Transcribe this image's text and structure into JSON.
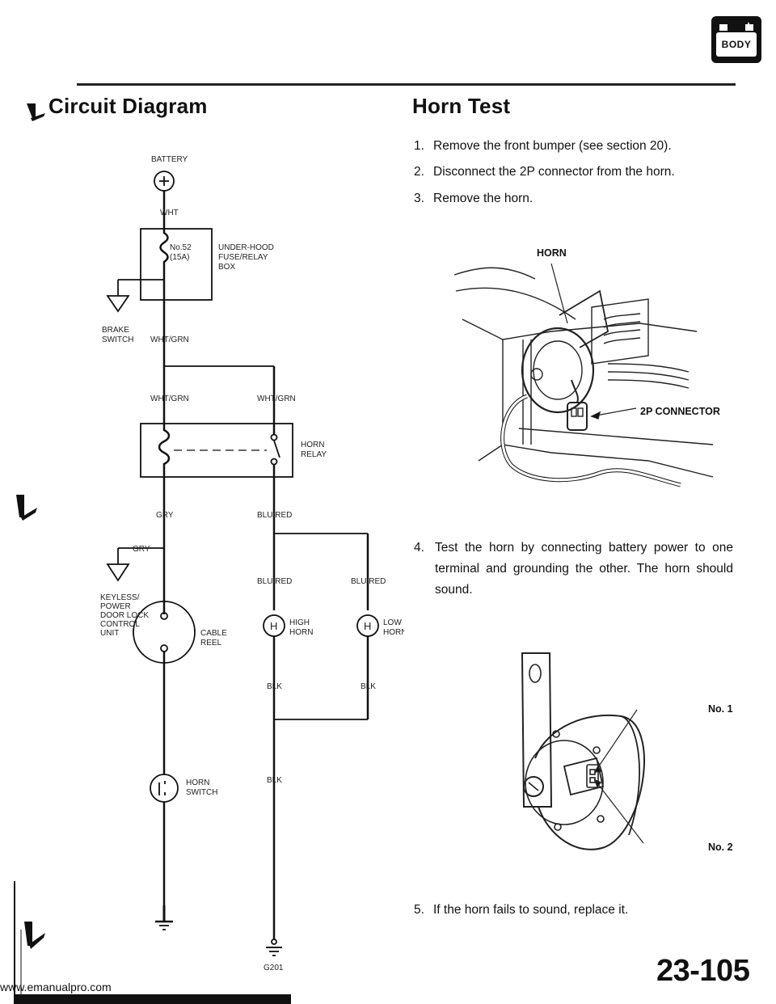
{
  "header": {
    "badge_minus": "−",
    "badge_plus": "+",
    "badge_label": "BODY"
  },
  "circuit": {
    "title": "Circuit Diagram",
    "labels": {
      "battery": "BATTERY",
      "wht": "WHT",
      "fuse_no": "No.52",
      "fuse_amp": "(15A)",
      "under_hood_1": "UNDER-HOOD",
      "under_hood_2": "FUSE/RELAY",
      "under_hood_3": "BOX",
      "brake_1": "BRAKE",
      "brake_2": "SWITCH",
      "wht_grn_main": "WHT/GRN",
      "wht_grn_left": "WHT/GRN",
      "wht_grn_right": "WHT/GRN",
      "horn_relay_1": "HORN",
      "horn_relay_2": "RELAY",
      "gry_main": "GRY",
      "blu_red_main": "BLU/RED",
      "gry_branch": "GRY",
      "keyless_1": "KEYLESS/",
      "keyless_2": "POWER",
      "keyless_3": "DOOR LOCK",
      "keyless_4": "CONTROL",
      "keyless_5": "UNIT",
      "blu_red_left": "BLU/RED",
      "blu_red_right": "BLU/RED",
      "cable_1": "CABLE",
      "cable_2": "REEL",
      "high_1": "HIGH",
      "high_2": "HORN",
      "low_1": "LOW",
      "low_2": "HORN",
      "horn_h1": "H",
      "horn_h2": "H",
      "blk_left": "BLK",
      "blk_right": "BLK",
      "blk_main": "BLK",
      "horn_switch_1": "HORN",
      "horn_switch_2": "SWITCH",
      "ground": "G201"
    }
  },
  "horn_test": {
    "title": "Horn Test",
    "steps": [
      {
        "num": "1.",
        "text": "Remove the front bumper (see section 20)."
      },
      {
        "num": "2.",
        "text": "Disconnect the 2P connector from the horn."
      },
      {
        "num": "3.",
        "text": "Remove the horn."
      },
      {
        "num": "4.",
        "text": "Test the horn by connecting battery power to one terminal and grounding the other. The horn should sound."
      },
      {
        "num": "5.",
        "text": "If the horn fails to sound, replace it."
      }
    ],
    "illustration_1": {
      "horn_label": "HORN",
      "connector_label": "2P CONNECTOR"
    },
    "illustration_2": {
      "terminal_1": "No. 1",
      "terminal_2": "No. 2"
    }
  },
  "footer": {
    "website": "www.emanualpro.com",
    "page_number": "23-105"
  }
}
